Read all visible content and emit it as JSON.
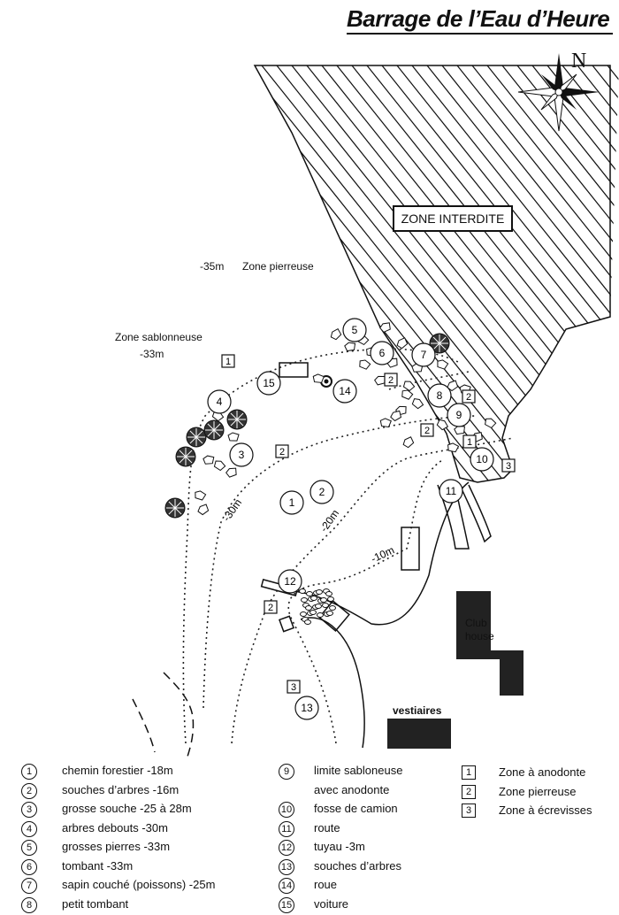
{
  "title": "Barrage de l’Eau d’Heure",
  "compass": "N",
  "zone_interdite": "ZONE INTERDITE",
  "labels": {
    "depth35": "-35m",
    "zone_pierreuse": "Zone pierreuse",
    "zone_sablonneuse": "Zone sablonneuse",
    "depth33": "-33m",
    "contour30": "-30m",
    "contour20": "-20m",
    "contour10": "-10m",
    "club_house_1": "Club",
    "club_house_2": "house",
    "vestiaires": "vestiaires"
  },
  "map_points": [
    "1",
    "2",
    "3",
    "4",
    "5",
    "6",
    "7",
    "8",
    "9",
    "10",
    "11",
    "12",
    "13",
    "14",
    "15"
  ],
  "zone_markers": [
    "1",
    "2",
    "3"
  ],
  "legend": {
    "col1": [
      {
        "num": "1",
        "text": "chemin forestier -18m"
      },
      {
        "num": "2",
        "text": "souches d’arbres -16m"
      },
      {
        "num": "3",
        "text": "grosse souche -25 à 28m"
      },
      {
        "num": "4",
        "text": "arbres debouts -30m"
      },
      {
        "num": "5",
        "text": "grosses pierres -33m"
      },
      {
        "num": "6",
        "text": "tombant -33m"
      },
      {
        "num": "7",
        "text": "sapin couché (poissons) -25m"
      },
      {
        "num": "8",
        "text": "petit tombant"
      }
    ],
    "col2": [
      {
        "num": "9",
        "text": "limite sabloneuse"
      },
      {
        "num": "",
        "text": "avec anodonte"
      },
      {
        "num": "10",
        "text": "fosse de camion"
      },
      {
        "num": "11",
        "text": "route"
      },
      {
        "num": "12",
        "text": "tuyau -3m"
      },
      {
        "num": "13",
        "text": "souches d’arbres"
      },
      {
        "num": "14",
        "text": "roue"
      },
      {
        "num": "15",
        "text": "voiture"
      }
    ],
    "col3": [
      {
        "num": "1",
        "text": "Zone à anodonte"
      },
      {
        "num": "2",
        "text": "Zone pierreuse"
      },
      {
        "num": "3",
        "text": "Zone à écrevisses"
      }
    ]
  }
}
